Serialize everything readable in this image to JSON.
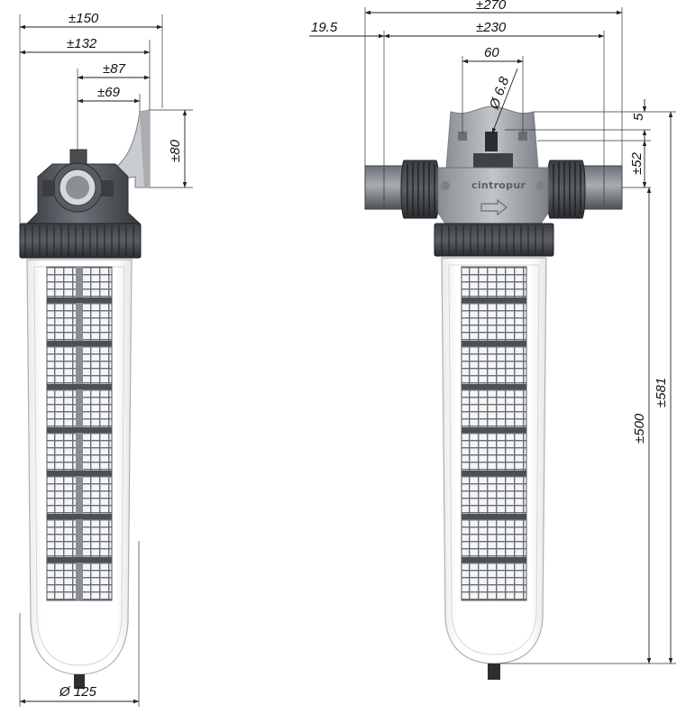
{
  "labels": {
    "side_width_total": "±150",
    "side_width_132": "±132",
    "side_width_87": "±87",
    "side_width_69": "±69",
    "side_bracket_height": "±80",
    "side_bowl_diameter": "Ø 125",
    "front_width_total": "±270",
    "front_offset": "19.5",
    "front_width_230": "±230",
    "front_bolt_spacing": "60",
    "front_hole_diameter": "Ø 6.8",
    "front_dim_5": "5",
    "front_dim_52": "±52",
    "front_height_500": "±500",
    "front_height_581": "±581",
    "brand_name": "cintropur"
  },
  "colors": {
    "housing": "#4a4d52",
    "housing_light": "#7b8087",
    "bracket": "#c9ccd0",
    "nut": "#2c2e31",
    "bowl_outline": "#b9bcc0",
    "cartridge": "#54575c"
  }
}
